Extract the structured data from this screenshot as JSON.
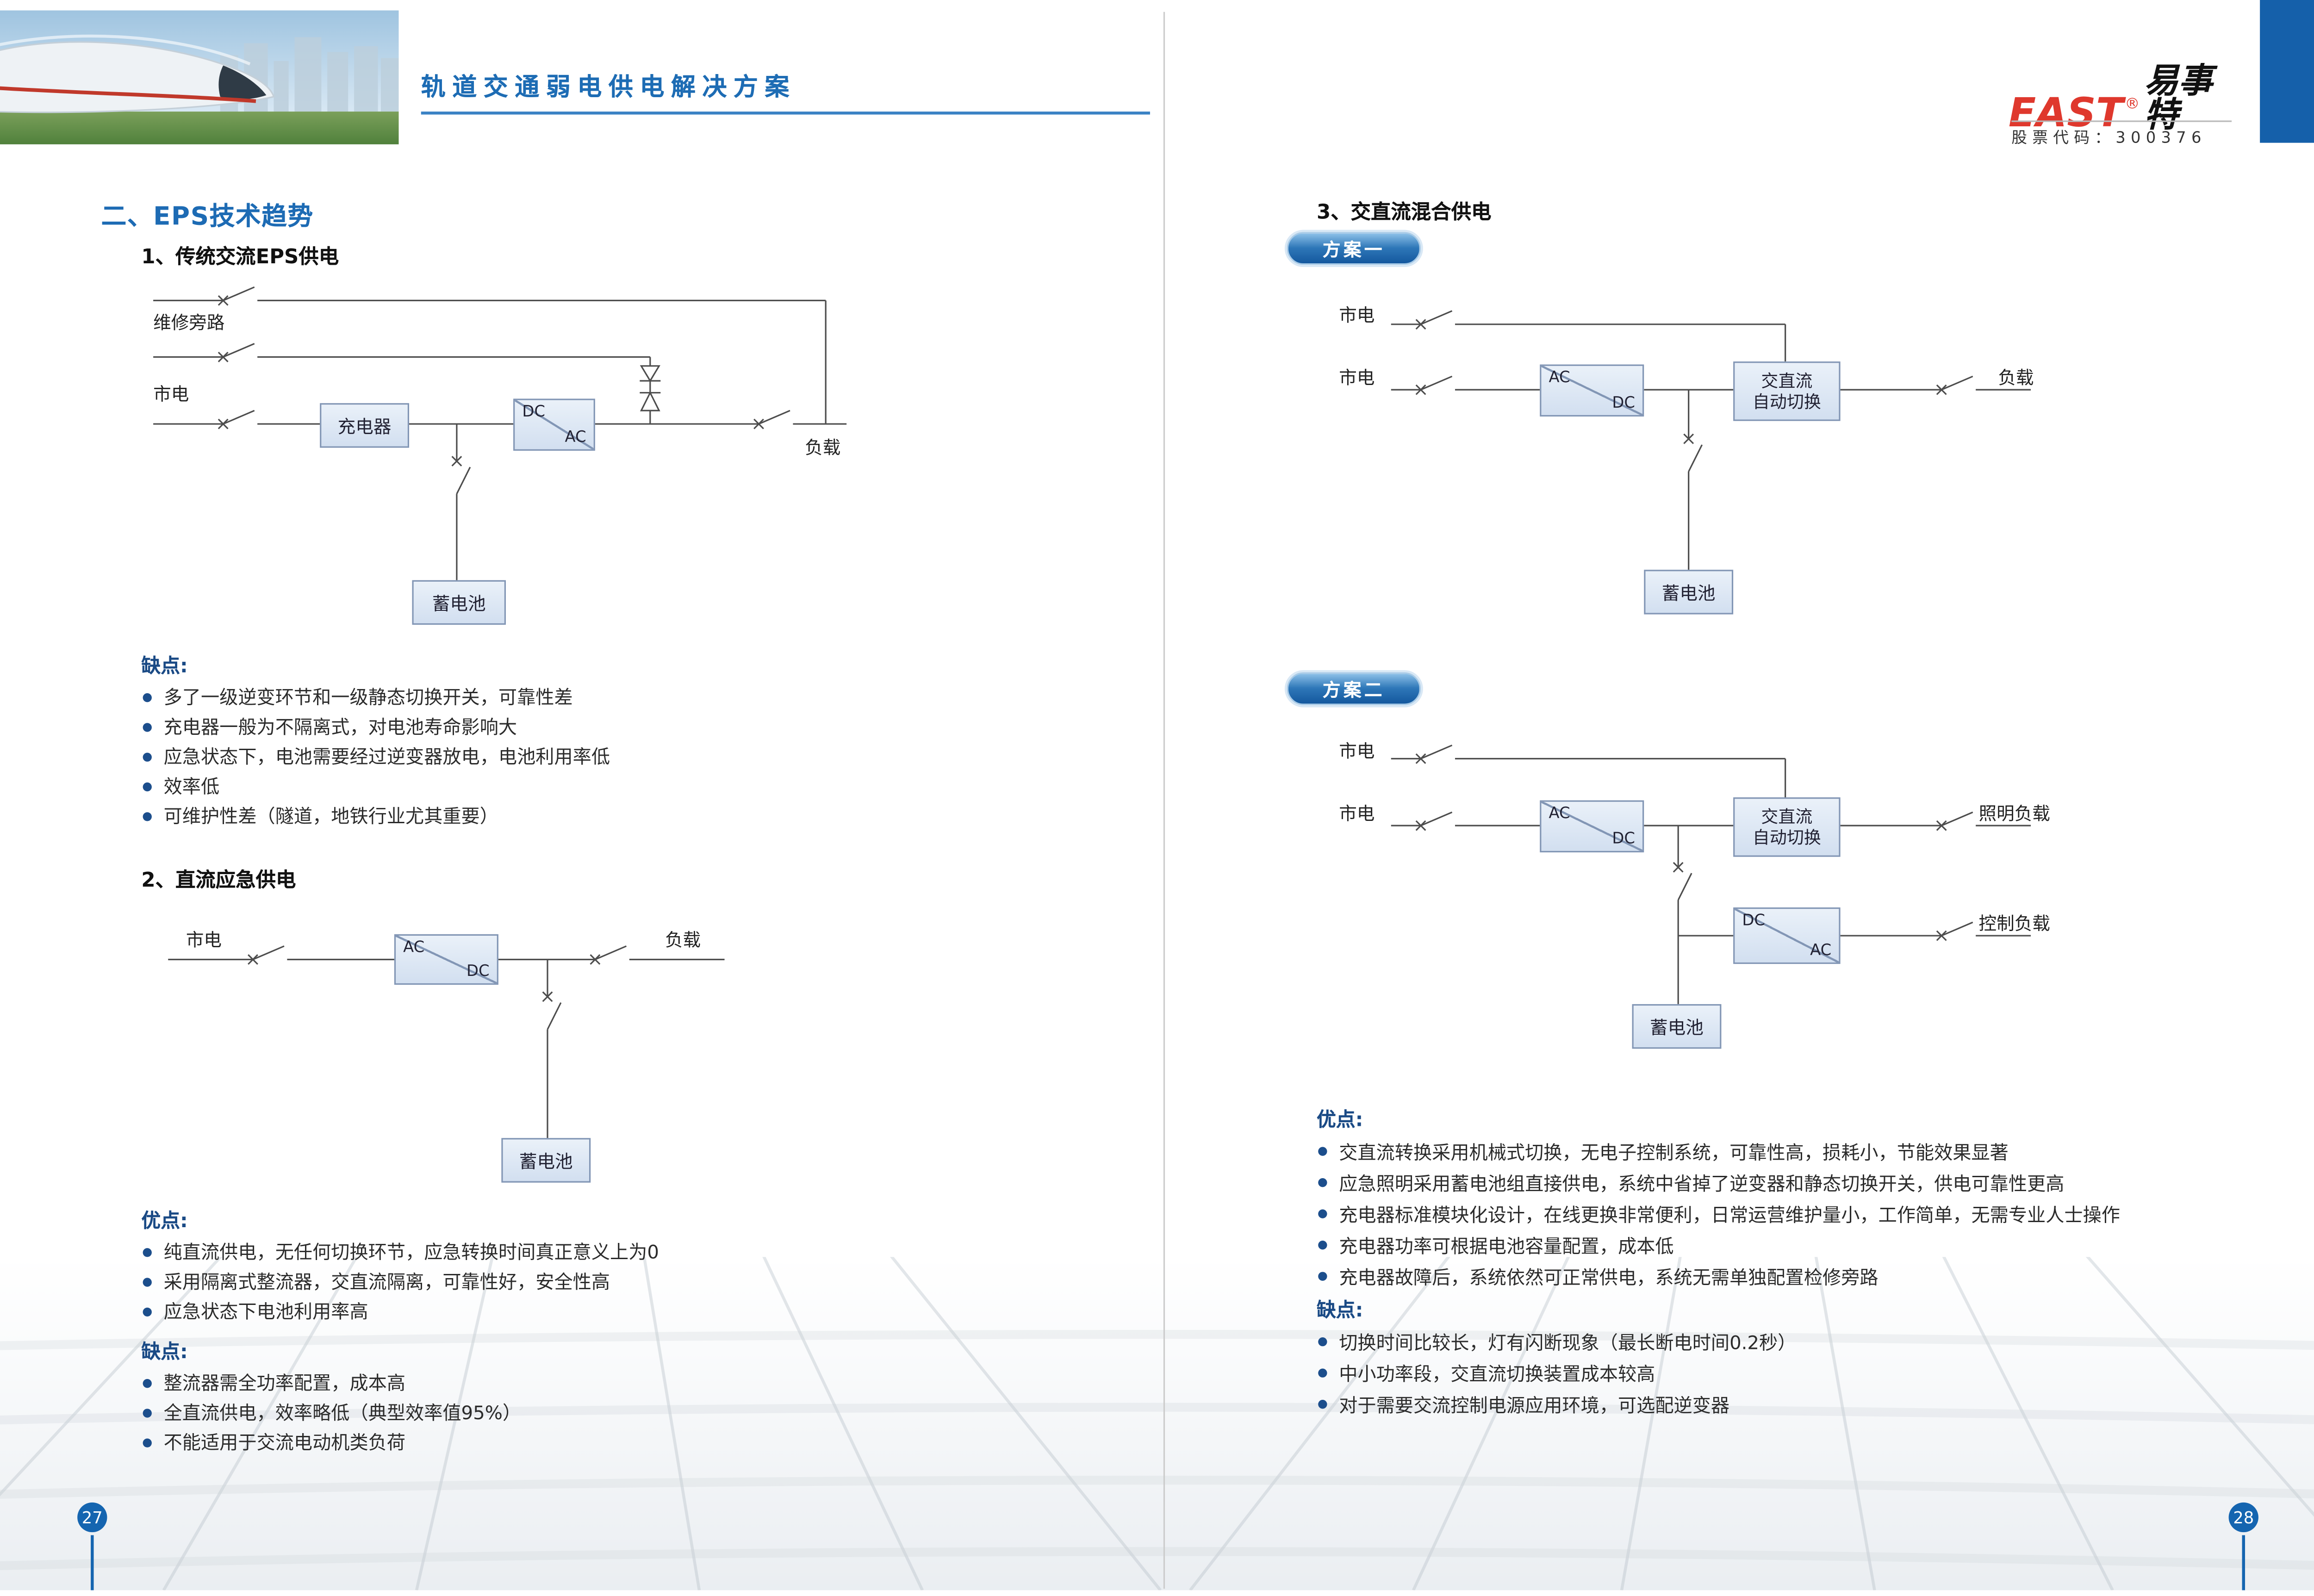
{
  "header": {
    "title": "轨道交通弱电供电解决方案",
    "brand": {
      "east": "EAST",
      "reg": "®",
      "cn": "易事特"
    },
    "stock_code": "股票代码：300376"
  },
  "left_page": {
    "page_number": "27",
    "section_title": "二、EPS技术趋势",
    "sub1": {
      "title": "1、传统交流EPS供电",
      "diagram": {
        "bypass": "维修旁路",
        "mains": "市电",
        "charger": "充电器",
        "conv_top": "DC",
        "conv_bottom": "AC",
        "load": "负载",
        "battery": "蓄电池"
      },
      "cons_title": "缺点:",
      "cons": [
        "多了一级逆变环节和一级静态切换开关，可靠性差",
        "充电器一般为不隔离式，对电池寿命影响大",
        "应急状态下，电池需要经过逆变器放电，电池利用率低",
        "效率低",
        "可维护性差（隧道，地铁行业尤其重要）"
      ]
    },
    "sub2": {
      "title": "2、直流应急供电",
      "diagram": {
        "mains": "市电",
        "conv_top": "AC",
        "conv_bottom": "DC",
        "load": "负载",
        "battery": "蓄电池"
      },
      "pros_title": "优点:",
      "pros": [
        "纯直流供电，无任何切换环节，应急转换时间真正意义上为0",
        "采用隔离式整流器，交直流隔离，可靠性好，安全性高",
        "应急状态下电池利用率高"
      ],
      "cons_title": "缺点:",
      "cons": [
        "整流器需全功率配置，成本高",
        "全直流供电，效率略低（典型效率值95%）",
        "不能适用于交流电动机类负荷"
      ]
    }
  },
  "right_page": {
    "page_number": "28",
    "section_title": "3、交直流混合供电",
    "scheme1": {
      "badge": "方案一",
      "diagram": {
        "mains1": "市电",
        "mains2": "市电",
        "conv_top": "AC",
        "conv_bottom": "DC",
        "switch_line1": "交直流",
        "switch_line2": "自动切换",
        "load": "负载",
        "battery": "蓄电池"
      }
    },
    "scheme2": {
      "badge": "方案二",
      "diagram": {
        "mains1": "市电",
        "mains2": "市电",
        "conv_top": "AC",
        "conv_bottom": "DC",
        "switch_line1": "交直流",
        "switch_line2": "自动切换",
        "lighting_load": "照明负载",
        "inv_top": "DC",
        "inv_bottom": "AC",
        "control_load": "控制负载",
        "battery": "蓄电池"
      }
    },
    "pros_title": "优点:",
    "pros": [
      "交直流转换采用机械式切换，无电子控制系统，可靠性高，损耗小，节能效果显著",
      "应急照明采用蓄电池组直接供电，系统中省掉了逆变器和静态切换开关，供电可靠性更高",
      "充电器标准模块化设计，在线更换非常便利，日常运营维护量小，工作简单，无需专业人士操作",
      "充电器功率可根据电池容量配置，成本低",
      "充电器故障后，系统依然可正常供电，系统无需单独配置检修旁路"
    ],
    "cons_title": "缺点:",
    "cons": [
      "切换时间比较长，灯有闪断现象（最长断电时间0.2秒）",
      "中小功率段，交直流切换装置成本较高",
      "对于需要交流控制电源应用环境，可选配逆变器"
    ]
  }
}
